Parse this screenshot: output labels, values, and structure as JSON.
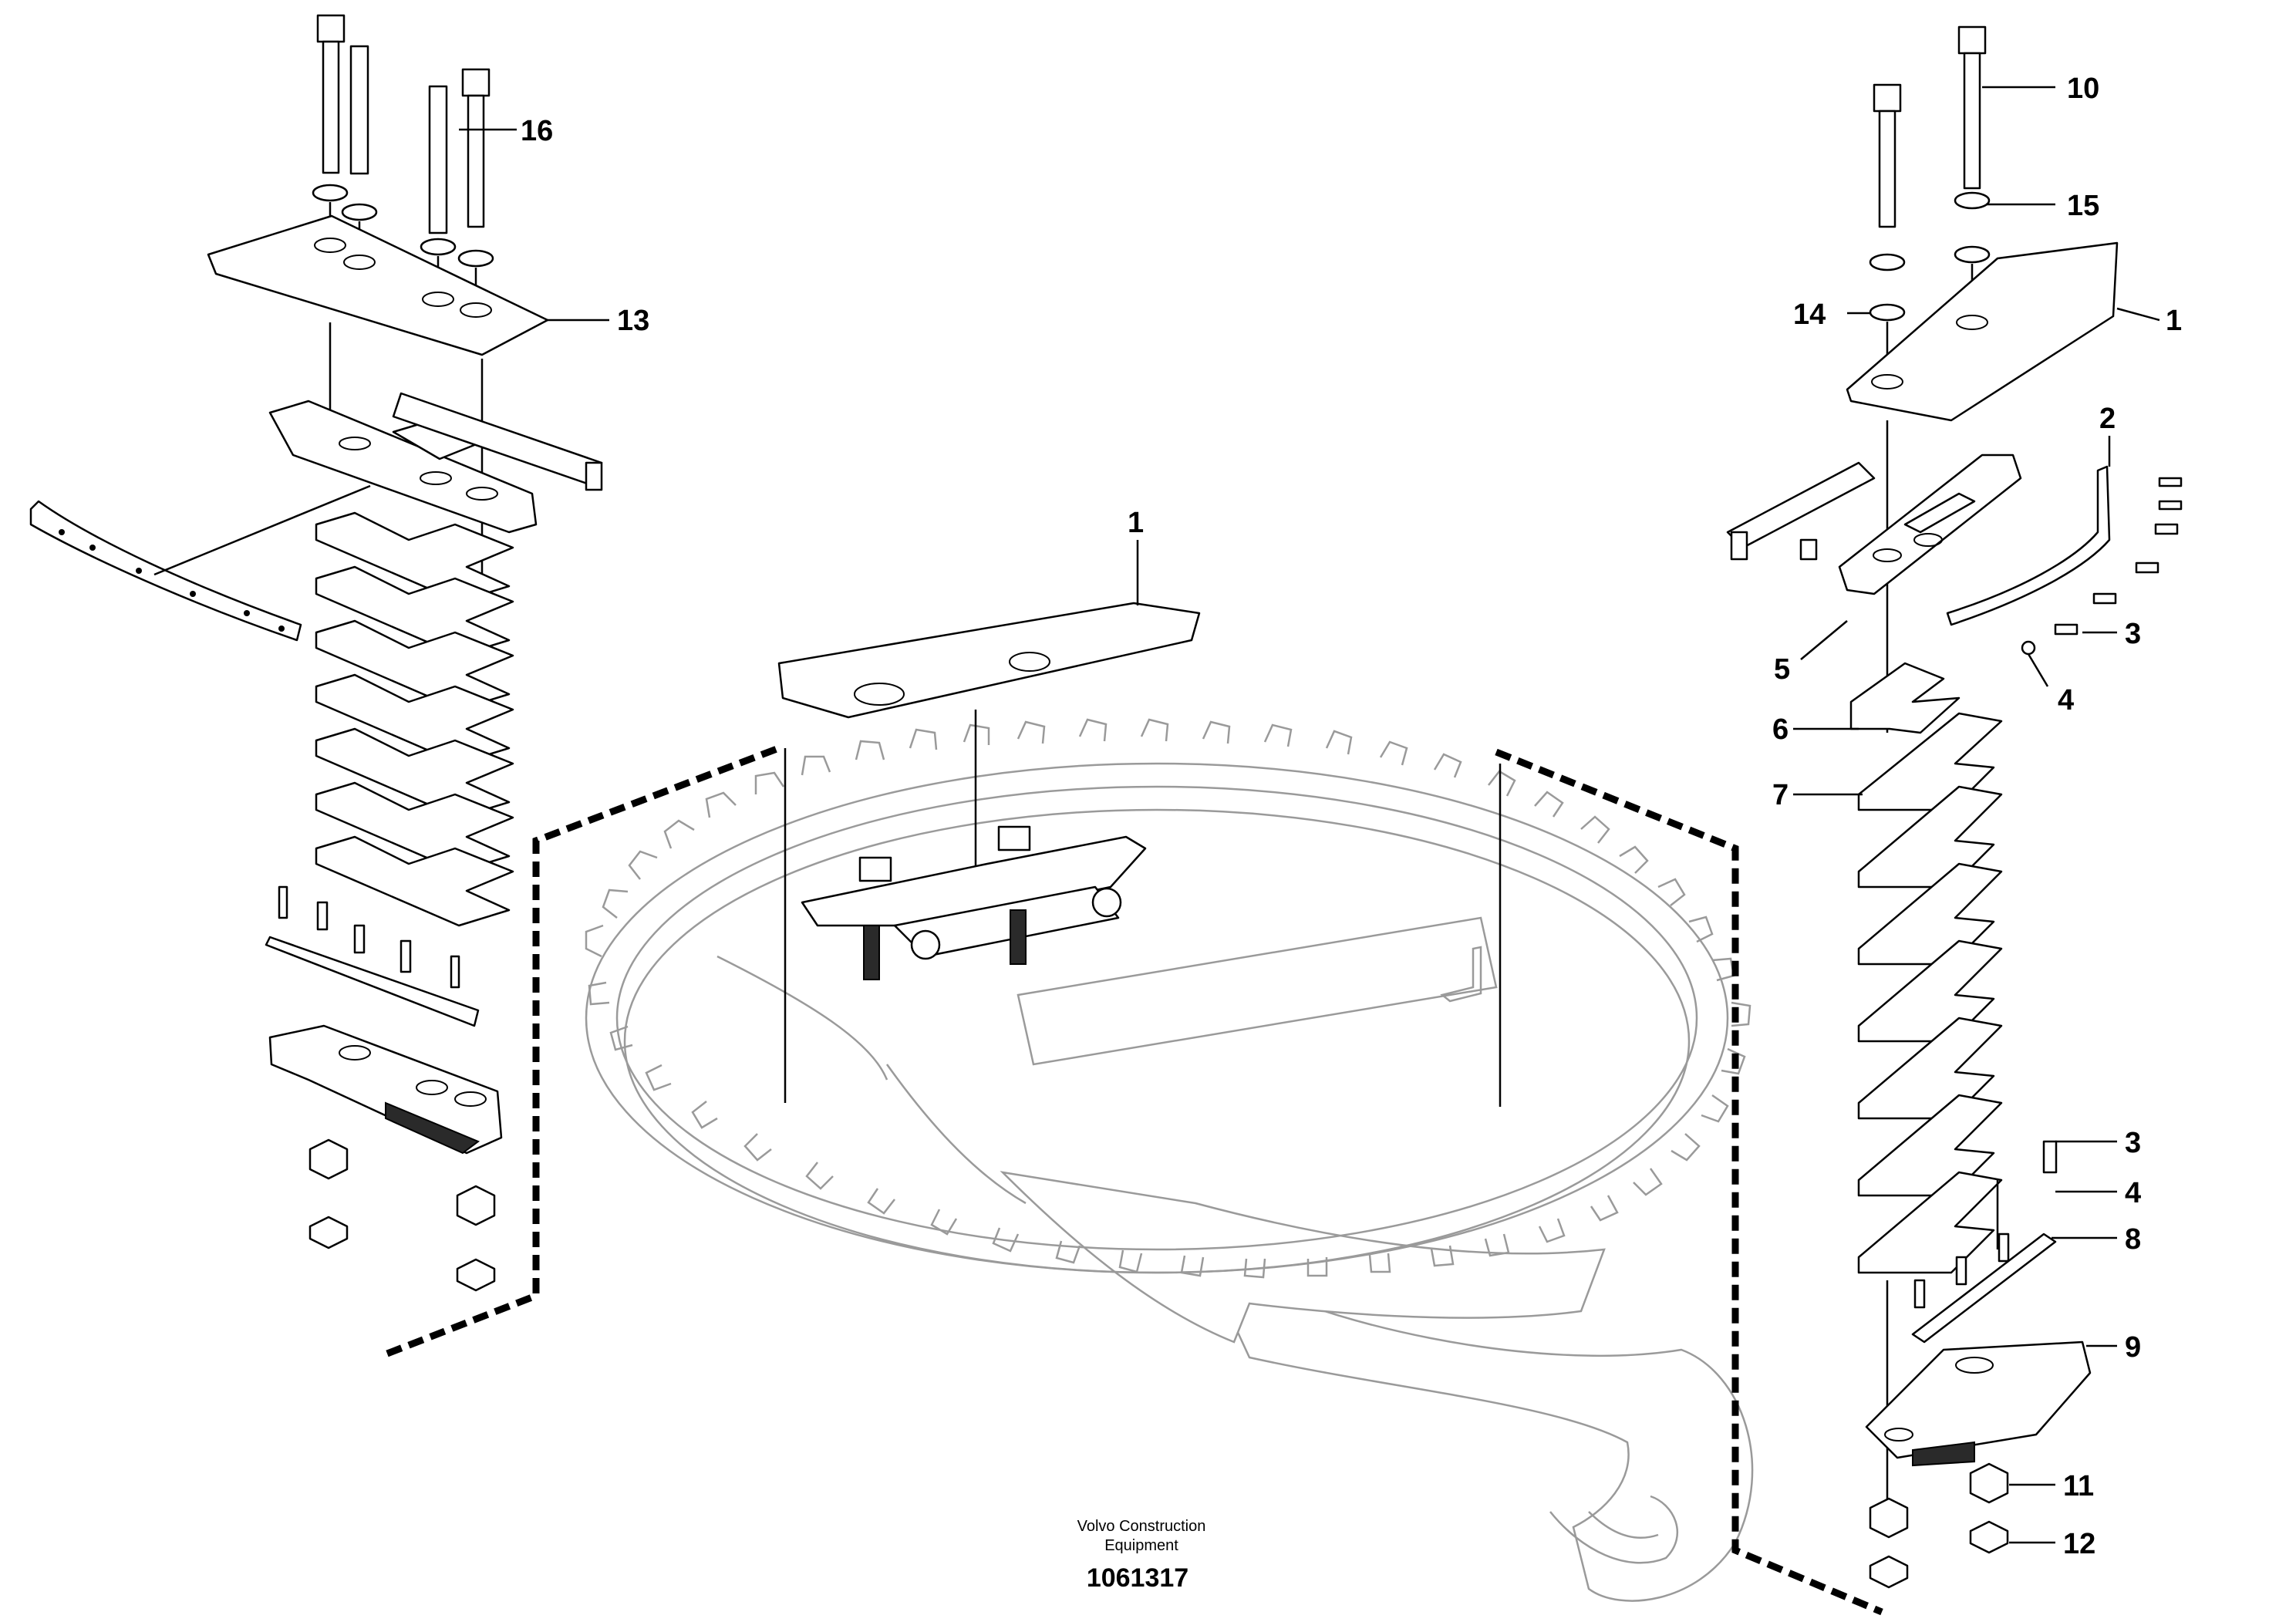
{
  "callouts": {
    "c1_center": "1",
    "c1_right": "1",
    "c2": "2",
    "c3_upper": "3",
    "c3_lower": "3",
    "c4_upper": "4",
    "c4_lower": "4",
    "c5": "5",
    "c6": "6",
    "c7": "7",
    "c8": "8",
    "c9": "9",
    "c10": "10",
    "c11": "11",
    "c12": "12",
    "c13": "13",
    "c14": "14",
    "c15": "15",
    "c16": "16"
  },
  "footer": {
    "publisher_line1": "Volvo Construction",
    "publisher_line2": "Equipment",
    "drawing_number": "1061317"
  }
}
